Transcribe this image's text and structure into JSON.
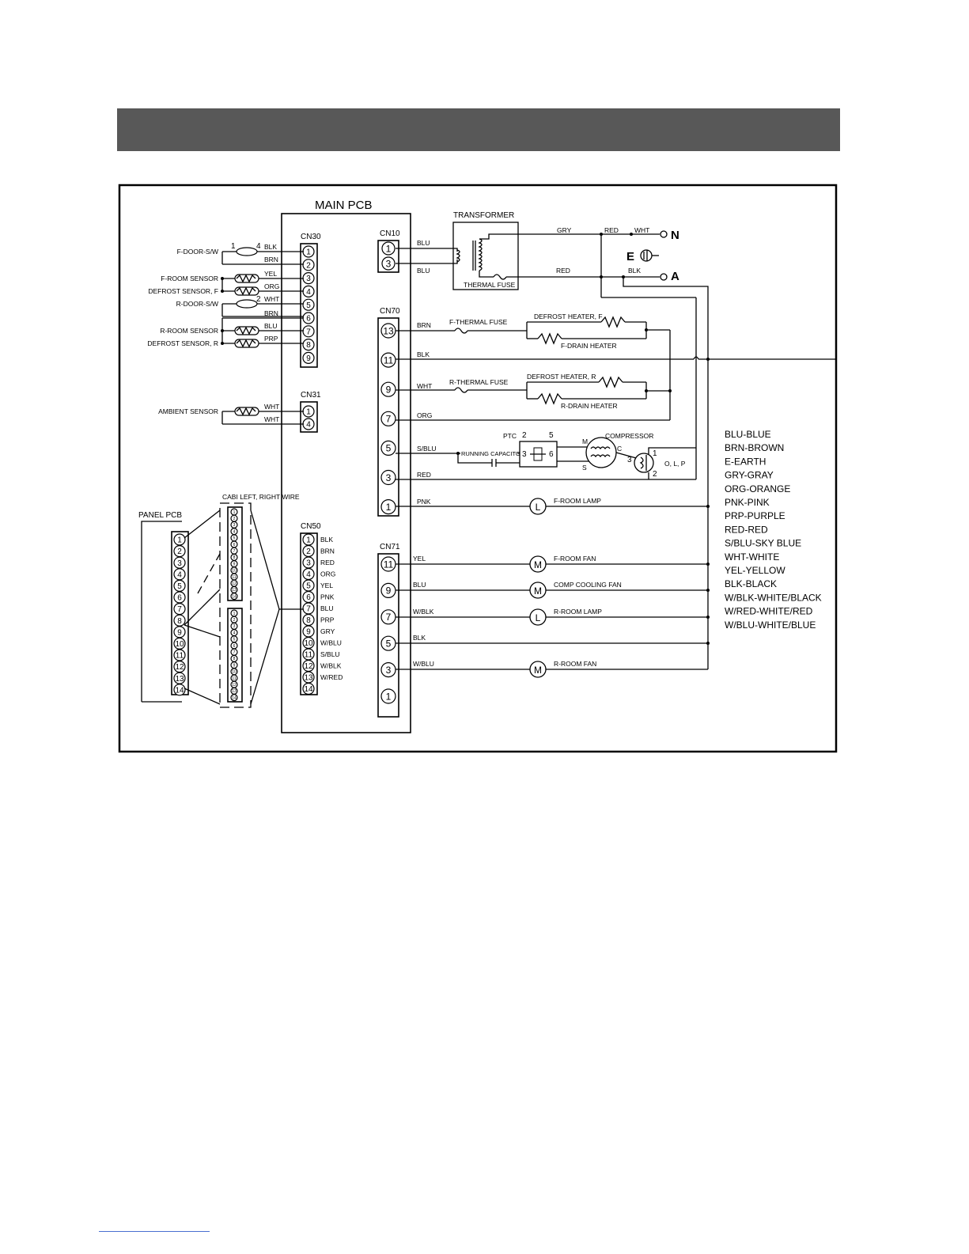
{
  "main_pcb": "MAIN PCB",
  "panel_pcb": "PANEL PCB",
  "cabi_wire": "CABI LEFT, RIGHT WIRE",
  "transformer": "TRANSFORMER",
  "thermal_fuse": "THERMAL FUSE",
  "terminal_n": "N",
  "terminal_e": "E",
  "terminal_a": "A",
  "cn30": {
    "label": "CN30",
    "pins": [
      "1",
      "2",
      "3",
      "4",
      "5",
      "6",
      "7",
      "8",
      "9"
    ],
    "wires": [
      "BLK",
      "BRN",
      "YEL",
      "ORG",
      "WHT",
      "BRN",
      "BLU",
      "PRP"
    ],
    "components": [
      "F-DOOR-S/W",
      "F-ROOM SENSOR",
      "DEFROST SENSOR, F",
      "R-DOOR-S/W",
      "R-ROOM SENSOR",
      "DEFROST  SENSOR, R"
    ],
    "switch_pins_f": [
      "1",
      "4"
    ],
    "switch_pin_r": "2"
  },
  "cn31": {
    "label": "CN31",
    "pins": [
      "1",
      "4"
    ],
    "wires": [
      "WHT",
      "WHT"
    ],
    "component": "AMBIENT SENSOR"
  },
  "cn10": {
    "label": "CN10",
    "pins": [
      "1",
      "3"
    ],
    "wires": [
      "BLU",
      "BLU"
    ]
  },
  "cn70": {
    "label": "CN70",
    "pins": [
      "13",
      "11",
      "9",
      "7",
      "5",
      "3",
      "1"
    ],
    "wires": [
      "BRN",
      "BLK",
      "WHT",
      "ORG",
      "S/BLU",
      "RED",
      "PNK"
    ]
  },
  "cn71": {
    "label": "CN71",
    "pins": [
      "11",
      "9",
      "7",
      "5",
      "3",
      "1"
    ],
    "wires": [
      "YEL",
      "BLU",
      "W/BLK",
      "BLK",
      "W/BLU"
    ]
  },
  "cn50": {
    "label": "CN50",
    "pins": [
      "1",
      "2",
      "3",
      "4",
      "5",
      "6",
      "7",
      "8",
      "9",
      "10",
      "11",
      "12",
      "13",
      "14"
    ],
    "wires": [
      "BLK",
      "BRN",
      "RED",
      "ORG",
      "YEL",
      "PNK",
      "BLU",
      "PRP",
      "GRY",
      "W/BLU",
      "S/BLU",
      "W/BLK",
      "W/RED"
    ]
  },
  "panel_pins": [
    "1",
    "2",
    "3",
    "4",
    "5",
    "6",
    "7",
    "8",
    "9",
    "10",
    "11",
    "12",
    "13",
    "14"
  ],
  "cabi_pins_top": [
    "1",
    "2",
    "3",
    "4",
    "5",
    "6",
    "7",
    "8",
    "9",
    "10",
    "11",
    "12",
    "13",
    "14"
  ],
  "cabi_pins_bottom": [
    "1",
    "2",
    "3",
    "4",
    "5",
    "6",
    "7",
    "8",
    "9",
    "10",
    "11",
    "12",
    "13",
    "14"
  ],
  "power_wires": {
    "gry": "GRY",
    "red_top": "RED",
    "wht": "WHT",
    "red_bot": "RED",
    "blk": "BLK"
  },
  "loads": {
    "f_thermal_fuse": "F-THERMAL FUSE",
    "defrost_heater_f": "DEFROST HEATER, F",
    "f_drain_heater": "F-DRAIN HEATER",
    "r_thermal_fuse": "R-THERMAL FUSE",
    "defrost_heater_r": "DEFROST HEATER, R",
    "r_drain_heater": "R-DRAIN HEATER",
    "ptc": "PTC",
    "ptc_pins": [
      "2",
      "5",
      "3",
      "6"
    ],
    "running_capacitor": "RUNNING CAPACITOR",
    "compressor": "COMPRESSOR",
    "compressor_m": "M",
    "compressor_c": "C",
    "compressor_s": "S",
    "olp": "O, L, P",
    "olp_pins": [
      "1",
      "3",
      "2"
    ],
    "f_room_lamp": "F-ROOM LAMP",
    "f_room_fan": "F-ROOM FAN",
    "comp_cooling_fan": "COMP COOLING FAN",
    "r_room_lamp": "R-ROOM LAMP",
    "r_room_fan": "R-ROOM FAN",
    "lamp_symbol": "L",
    "motor_symbol": "M"
  },
  "legend": [
    "BLU-BLUE",
    "BRN-BROWN",
    "E-EARTH",
    "GRY-GRAY",
    "ORG-ORANGE",
    "PNK-PINK",
    "PRP-PURPLE",
    "RED-RED",
    "S/BLU-SKY BLUE",
    "WHT-WHITE",
    "YEL-YELLOW",
    "BLK-BLACK",
    "W/BLK-WHITE/BLACK",
    "W/RED-WHITE/RED",
    "W/BLU-WHITE/BLUE"
  ]
}
